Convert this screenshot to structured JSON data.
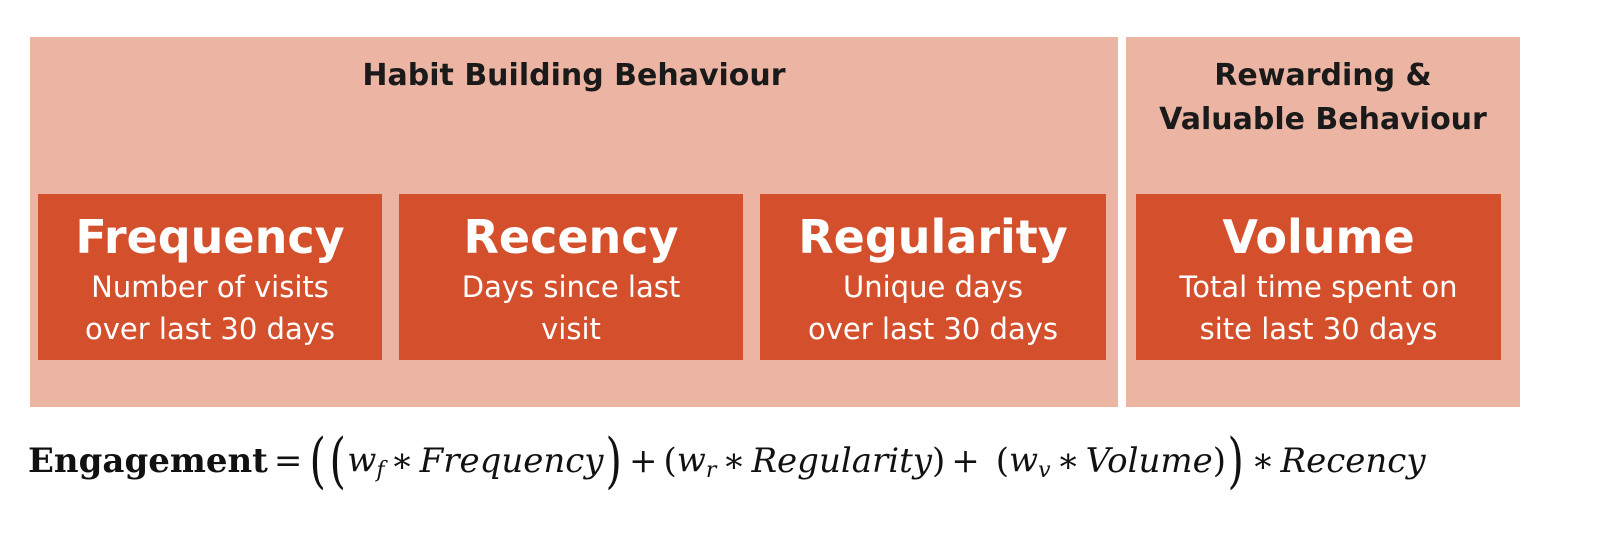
{
  "groups": {
    "habit": {
      "title": "Habit Building Behaviour"
    },
    "reward": {
      "title_line1": "Rewarding &",
      "title_line2": "Valuable Behaviour"
    }
  },
  "metrics": {
    "frequency": {
      "name": "Frequency",
      "desc_line1": "Number of visits",
      "desc_line2": "over last 30 days"
    },
    "recency": {
      "name": "Recency",
      "desc_line1": "Days since last",
      "desc_line2": "visit"
    },
    "regularity": {
      "name": "Regularity",
      "desc_line1": "Unique days",
      "desc_line2": "over last 30 days"
    },
    "volume": {
      "name": "Volume",
      "desc_line1": "Total time spent on",
      "desc_line2": "site last 30 days"
    }
  },
  "formula": {
    "lhs": "Engagement",
    "equals": "=",
    "plus": "+",
    "times": "∗",
    "open_big": "(",
    "close_big": ")",
    "open": "(",
    "close": ")",
    "w": "w",
    "sub_f": "f",
    "sub_r": "r",
    "sub_v": "v",
    "term_frequency": "Frequency",
    "term_regularity": "Regularity",
    "term_volume": "Volume",
    "term_recency": "Recency"
  },
  "colors": {
    "group_background": "#ecb5a3",
    "metric_background": "#d4502c",
    "metric_text": "#ffffff"
  }
}
